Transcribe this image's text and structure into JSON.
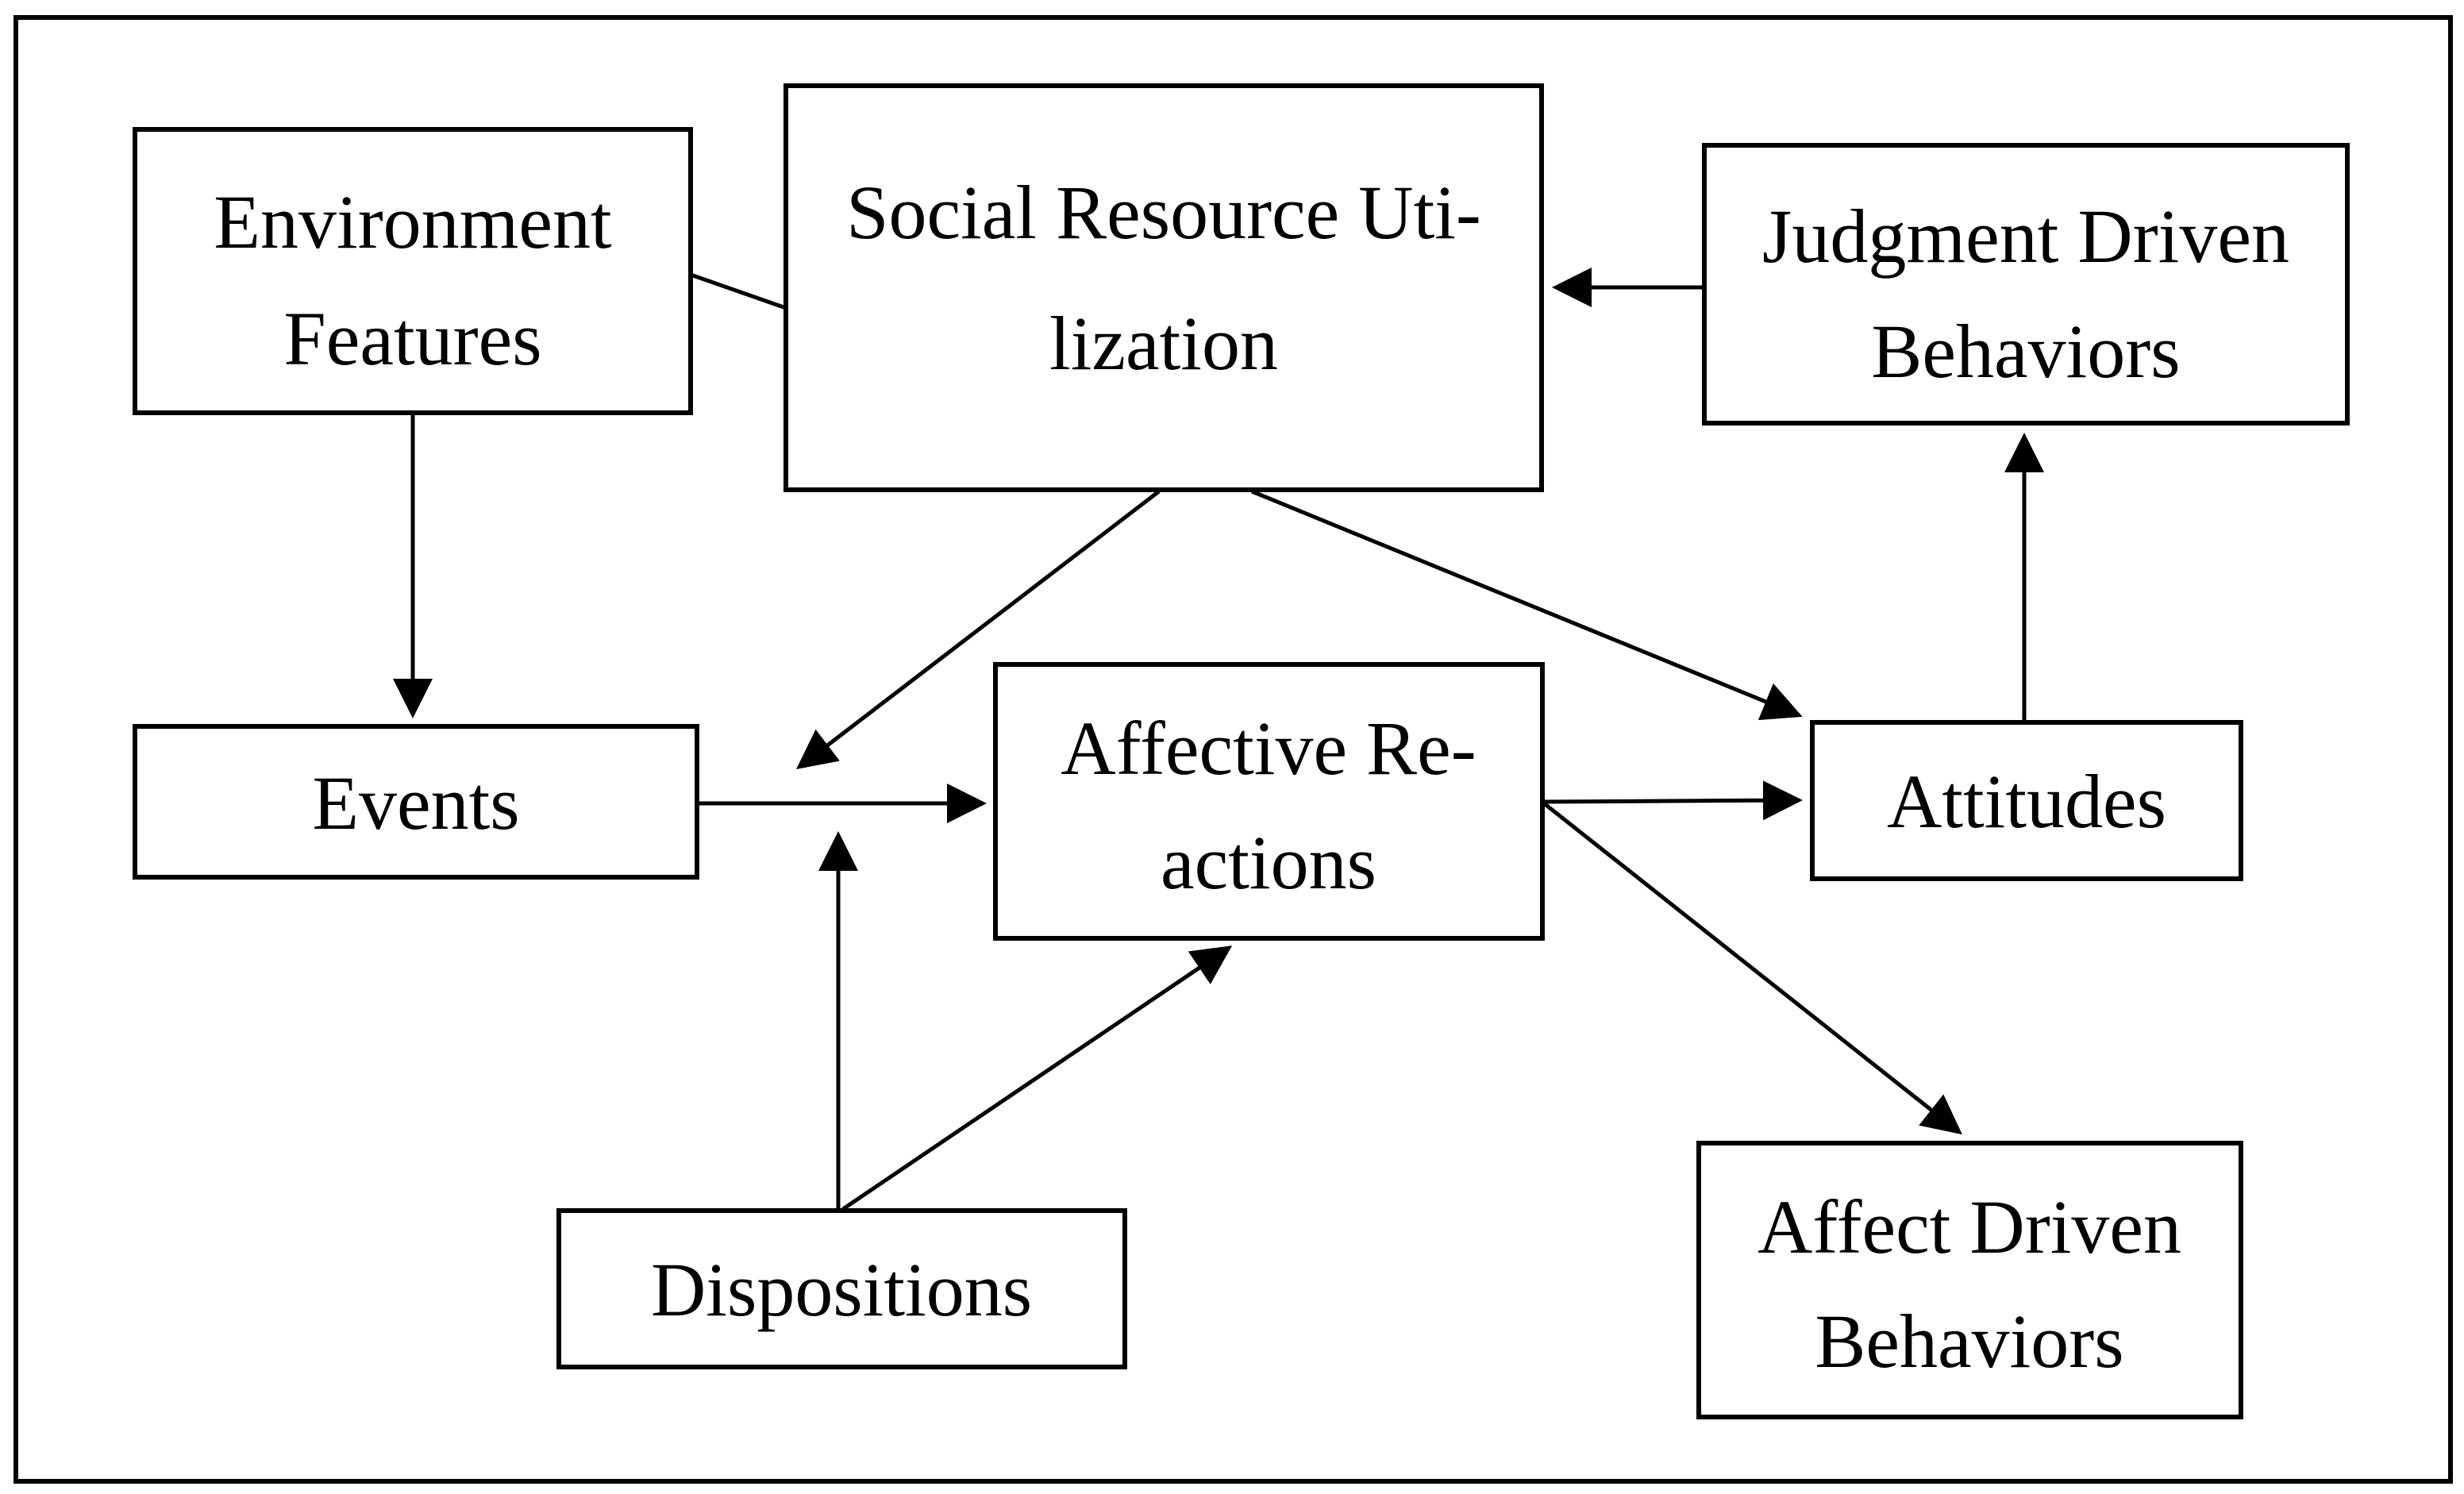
{
  "diagram": {
    "title": "Affective events model flow diagram",
    "colors": {
      "background": "#ffffff",
      "line": "#000000",
      "box_fill": "#ffffff"
    },
    "nodes": [
      {
        "id": "environment-features",
        "lines": [
          "Environment",
          "Features"
        ]
      },
      {
        "id": "social-resource-utilization",
        "lines": [
          "Social Resource Uti-",
          "lization"
        ]
      },
      {
        "id": "judgment-driven-behaviors",
        "lines": [
          "Judgment Driven",
          "Behaviors"
        ]
      },
      {
        "id": "events",
        "lines": [
          "Events"
        ]
      },
      {
        "id": "affective-reactions",
        "lines": [
          "Affective Re-",
          "actions"
        ]
      },
      {
        "id": "attitudes",
        "lines": [
          "Attitudes"
        ]
      },
      {
        "id": "dispositions",
        "lines": [
          "Dispositions"
        ]
      },
      {
        "id": "affect-driven-behaviors",
        "lines": [
          "Affect Driven",
          "Behaviors"
        ]
      }
    ],
    "edges": [
      {
        "from": "environment-features",
        "to": "social-resource-utilization",
        "type": "line",
        "arrowhead": "none"
      },
      {
        "from": "environment-features",
        "to": "events",
        "type": "arrow",
        "arrowhead": "down"
      },
      {
        "from": "judgment-driven-behaviors",
        "to": "social-resource-utilization",
        "type": "arrow",
        "arrowhead": "left"
      },
      {
        "from": "social-resource-utilization",
        "to": "events-to-affective-reactions-link",
        "type": "arrow",
        "arrowhead": "down-left"
      },
      {
        "from": "social-resource-utilization",
        "to": "attitudes",
        "type": "arrow",
        "arrowhead": "down-right"
      },
      {
        "from": "events",
        "to": "affective-reactions",
        "type": "arrow",
        "arrowhead": "right"
      },
      {
        "from": "dispositions",
        "to": "events-to-affective-reactions-link",
        "type": "arrow",
        "arrowhead": "up"
      },
      {
        "from": "dispositions",
        "to": "affective-reactions",
        "type": "arrow",
        "arrowhead": "up-right"
      },
      {
        "from": "affective-reactions",
        "to": "attitudes",
        "type": "arrow",
        "arrowhead": "right"
      },
      {
        "from": "affective-reactions",
        "to": "affect-driven-behaviors",
        "type": "arrow",
        "arrowhead": "down-right"
      },
      {
        "from": "attitudes",
        "to": "judgment-driven-behaviors",
        "type": "arrow",
        "arrowhead": "up"
      }
    ]
  }
}
